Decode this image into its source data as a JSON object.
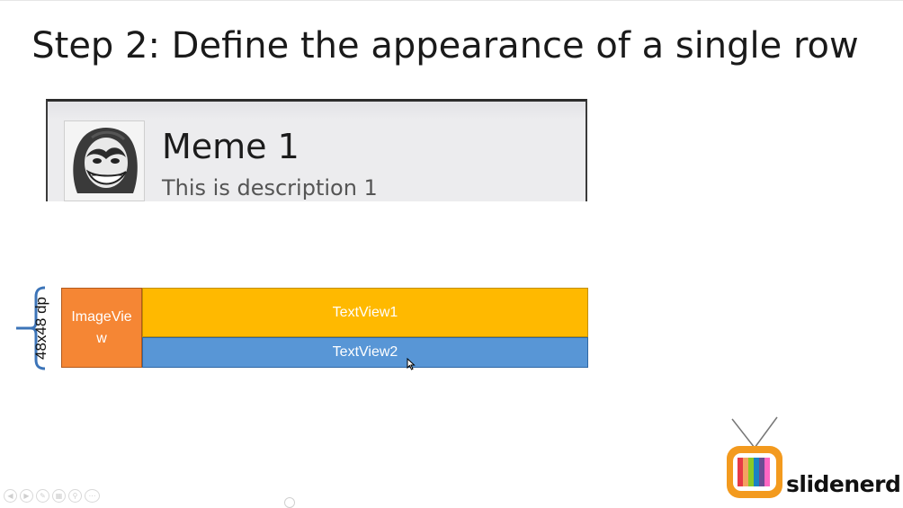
{
  "slide": {
    "title": "Step 2: Define the appearance of a single row"
  },
  "row_preview": {
    "title": "Meme 1",
    "description": "This is description 1"
  },
  "layout_diagram": {
    "size_label": "48x48 dp",
    "image_view_label": "ImageView",
    "text_view1_label": "TextView1",
    "text_view2_label": "TextView2",
    "colors": {
      "image_view": "#f58634",
      "text_view1": "#ffb900",
      "text_view2": "#5896d6",
      "bracket": "#3c74b8"
    }
  },
  "brand": {
    "name": "slidenerd"
  },
  "toolbar": {
    "buttons": [
      "previous-icon",
      "next-icon",
      "pen-icon",
      "slides-icon",
      "zoom-icon",
      "more-icon"
    ]
  }
}
